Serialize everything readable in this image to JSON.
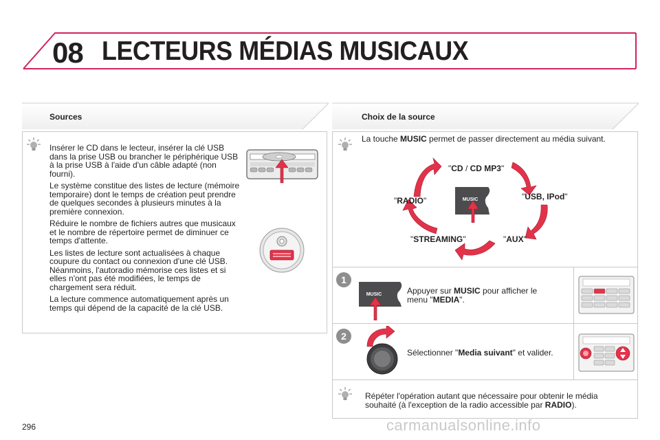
{
  "header": {
    "chapter_number": "08",
    "chapter_title": "LECTEURS MÉDIAS MUSICAUX"
  },
  "left_panel": {
    "title": "Sources",
    "paragraphs": [
      "Insérer le CD dans le lecteur, insérer la clé USB dans la prise USB ou brancher le périphérique USB à la prise USB à l'aide d'un câble adapté (non fourni).",
      "Le système constitue des listes de lecture (mémoire temporaire) dont le temps de création peut prendre de quelques secondes à plusieurs minutes à la première connexion.",
      "Réduire le nombre de fichiers autres que musicaux et le nombre de répertoire permet de diminuer ce temps d'attente.",
      "Les listes de lecture sont actualisées à chaque coupure du contact ou connexion d'une clé USB. Néanmoins, l'autoradio mémorise ces listes et si elles n'ont pas été modifiées, le temps de chargement sera réduit.",
      "La lecture commence automatiquement après un temps qui dépend de la capacité de la clé USB."
    ]
  },
  "right_panel": {
    "title": "Choix de la source",
    "intro_pre": "La touche ",
    "intro_bold": "MUSIC",
    "intro_post": " permet de passer directement au média suivant.",
    "cycle": {
      "cd_q1": "\"",
      "cd_a": "CD",
      "cd_sep": " / ",
      "cd_b": "CD MP3",
      "cd_q2": "\"",
      "usb_q1": "\"",
      "usb": "USB, IPod",
      "usb_q2": "\"",
      "aux_q1": "\"",
      "aux": "AUX",
      "aux_q2": "\"",
      "streaming_q1": "\"",
      "streaming": "STREAMING",
      "streaming_q2": "\"",
      "radio_q1": "\"",
      "radio": "RADIO",
      "radio_q2": "\"",
      "key_label": "MUSIC"
    },
    "step1": {
      "number": "1",
      "text_pre": "Appuyer sur ",
      "text_bold1": "MUSIC",
      "text_mid": " pour afficher le menu \"",
      "text_bold2": "MEDIA",
      "text_post": "\".",
      "key_label": "MUSIC"
    },
    "step2": {
      "number": "2",
      "text_pre": "Sélectionner \"",
      "text_bold": "Media suivant",
      "text_post": "\" et valider."
    },
    "footer_note": {
      "text_pre": "Répéter l'opération autant que nécessaire pour obtenir le média souhaité (à l'exception de la radio accessible par ",
      "text_bold": "RADIO",
      "text_post": ")."
    }
  },
  "page_number": "296",
  "watermark": "carmanualsonline.info",
  "colors": {
    "accent": "#d1245a",
    "arrow_red": "#e2334a",
    "key_grey": "#4c4c4e",
    "border": "#c8c8c8"
  }
}
